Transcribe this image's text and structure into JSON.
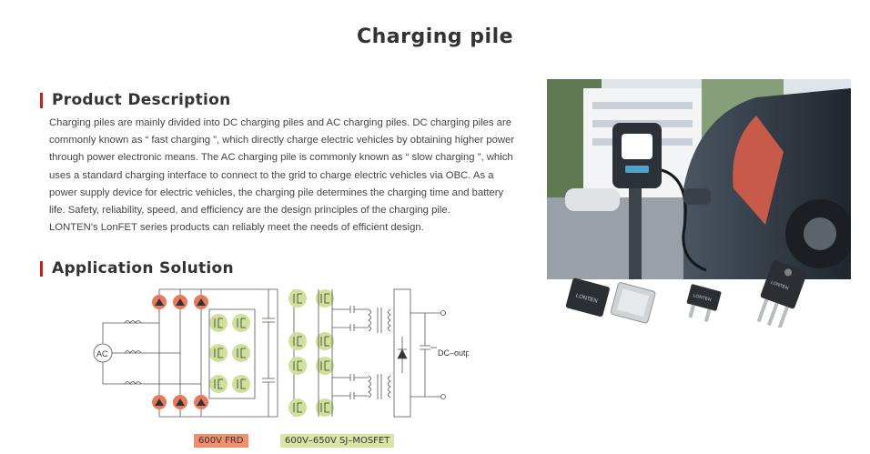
{
  "page": {
    "title": "Charging pile"
  },
  "product_description": {
    "heading": "Product Description",
    "paragraphs": [
      "Charging piles are mainly divided into DC charging piles and AC charging piles. DC charging piles are commonly known as “ fast charging ”, which directly charge electric vehicles by obtaining higher power through power electronic means. The AC charging pile is commonly known as “ slow charging ”, which uses a standard charging interface to connect to the grid to charge electric vehicles via OBC. As a power supply device for electric vehicles, the charging pile determines the charging time and battery life. Safety, reliability, speed, and efficiency are the design principles of the charging pile.",
      "LONTEN's LonFET series products can reliably meet the needs of efficient design."
    ]
  },
  "application_solution": {
    "heading": "Application Solution",
    "diagram": {
      "ac_label": "AC",
      "output_label": "DC–output",
      "badge_frd": "600V FRD",
      "badge_mosfet": "600V–650V SJ–MOSFET"
    }
  },
  "chip_brand": "LONTEN",
  "colors": {
    "accent": "#c9211e",
    "frd": "#f08e6d",
    "mosfet": "#d7e6a6"
  }
}
